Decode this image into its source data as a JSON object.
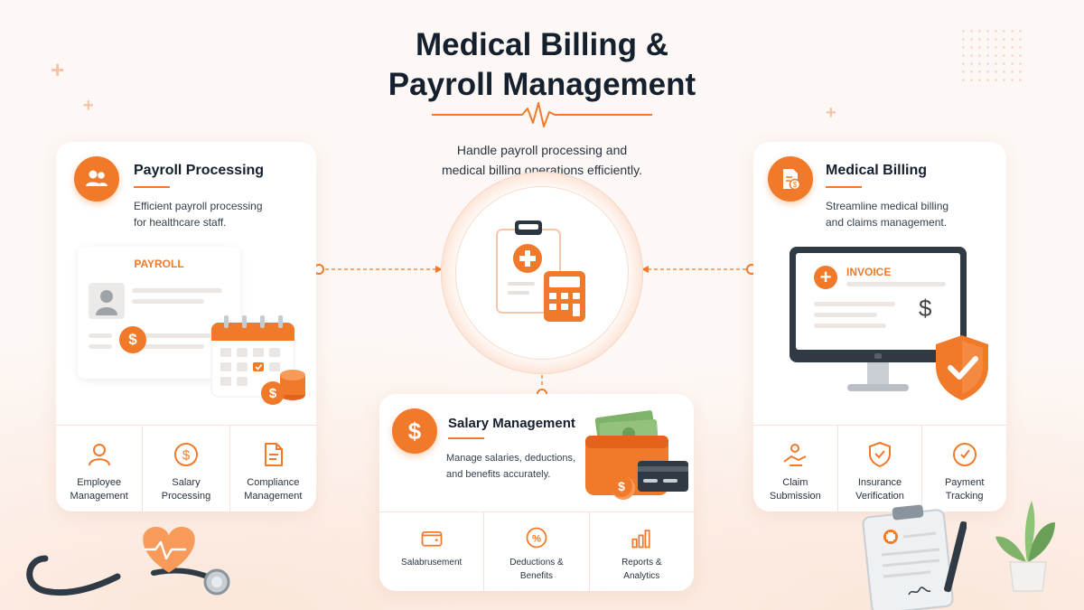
{
  "header": {
    "title_line1": "Medical Billing &",
    "title_line2": "Payroll Management",
    "subtitle_line1": "Handle payroll processing and",
    "subtitle_line2": "medical billing operations efficiently."
  },
  "colors": {
    "accent": "#f07a2a",
    "title": "#14202d",
    "background": "#fdf8f5"
  },
  "payroll_card": {
    "title": "Payroll Processing",
    "desc_line1": "Efficient payroll processing",
    "desc_line2": "for healthcare staff.",
    "illustration_label": "PAYROLL",
    "icon": "people-icon",
    "features": [
      {
        "line1": "Employee",
        "line2": "Management",
        "icon": "person-icon"
      },
      {
        "line1": "Salary",
        "line2": "Processing",
        "icon": "dollar-circle-icon"
      },
      {
        "line1": "Compliance",
        "line2": "Management",
        "icon": "document-icon"
      }
    ]
  },
  "billing_card": {
    "title": "Medical Billing",
    "desc_line1": "Streamline medical billing",
    "desc_line2": "and claims management.",
    "illustration_label": "INVOICE",
    "icon": "invoice-icon",
    "features": [
      {
        "line1": "Claim",
        "line2": "Submission",
        "icon": "hand-icon"
      },
      {
        "line1": "Insurance",
        "line2": "Verification",
        "icon": "shield-check-icon"
      },
      {
        "line1": "Payment",
        "line2": "Tracking",
        "icon": "clock-arrow-icon"
      }
    ]
  },
  "salary_card": {
    "title": "Salary Management",
    "desc_line1": "Manage salaries, deductions,",
    "desc_line2": "and benefits accurately.",
    "icon": "dollar-icon",
    "features": [
      {
        "line1": "Salabrusement",
        "line2": "",
        "icon": "wallet-icon"
      },
      {
        "line1": "Deductions &",
        "line2": "Benefits",
        "icon": "percent-icon"
      },
      {
        "line1": "Reports &",
        "line2": "Analytics",
        "icon": "bar-chart-icon"
      }
    ]
  },
  "center": {
    "icon": "clipboard-calculator-icon"
  }
}
